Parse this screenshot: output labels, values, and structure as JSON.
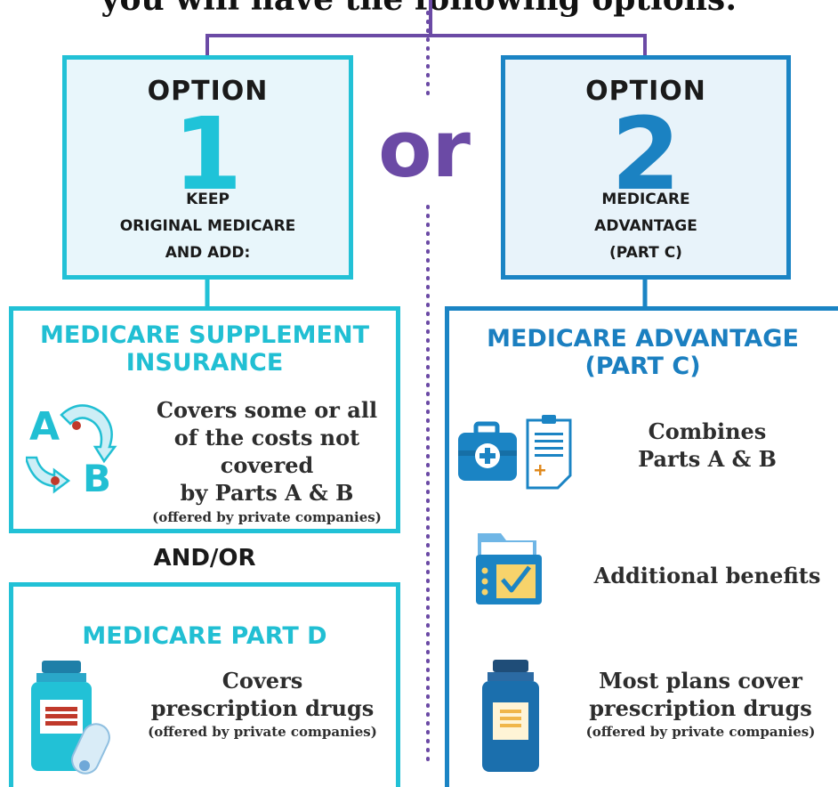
{
  "header": {
    "title": "you will have the following options:"
  },
  "or_label": "or",
  "option1": {
    "word": "OPTION",
    "number": "1",
    "line1": "KEEP",
    "line2": "ORIGINAL MEDICARE",
    "line3": "AND ADD:"
  },
  "option2": {
    "word": "OPTION",
    "number": "2",
    "line1": "MEDICARE",
    "line2": "ADVANTAGE",
    "line3": "(PART C)"
  },
  "supplement": {
    "title_line1": "MEDICARE SUPPLEMENT",
    "title_line2": "INSURANCE",
    "desc_line1": "Covers some or all",
    "desc_line2": "of the costs not covered",
    "desc_line3": "by Parts A & B",
    "note": "(offered by private companies)",
    "letter_a": "A",
    "letter_b": "B"
  },
  "andor": "AND/OR",
  "partd": {
    "title": "MEDICARE PART D",
    "desc_line1": "Covers",
    "desc_line2": "prescription drugs",
    "note": "(offered by private companies)"
  },
  "advantage": {
    "title_line1": "MEDICARE ADVANTAGE",
    "title_line2": "(PART C)",
    "item1_line1": "Combines",
    "item1_line2": "Parts A & B",
    "item2": "Additional benefits",
    "item3_line1": "Most plans cover",
    "item3_line2": "prescription drugs",
    "item3_note": "(offered by private companies)"
  },
  "colors": {
    "teal": "#22c1d6",
    "blue": "#1b84c4",
    "purple": "#6b4aa5"
  },
  "icons": [
    "ab-swap-icon",
    "medical-kit-icon",
    "clipboard-icon",
    "folder-checklist-icon",
    "pill-bottle-icon",
    "capsule-icon"
  ]
}
